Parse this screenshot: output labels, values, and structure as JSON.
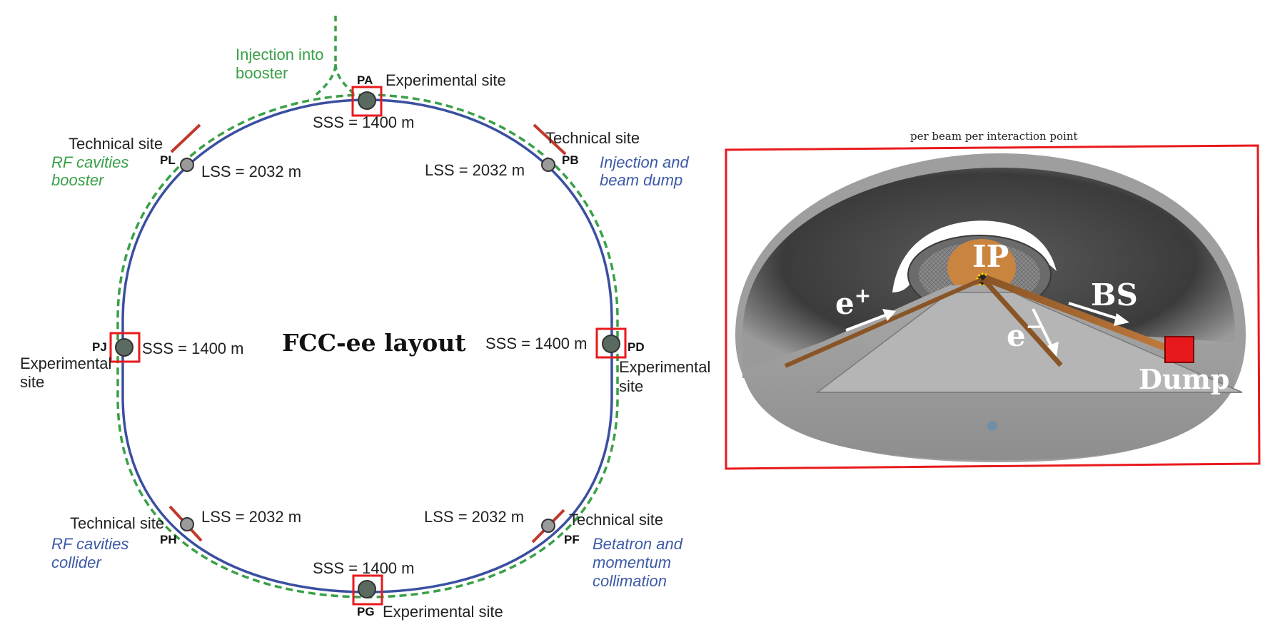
{
  "layout_diagram": {
    "title": "FCC-ee layout",
    "injection_label_line1": "Injection into",
    "injection_label_line2": "booster",
    "points": {
      "PA": {
        "code": "PA",
        "label": "Experimental site",
        "sss": "SSS = 1400 m"
      },
      "PB": {
        "code": "PB",
        "label": "Technical site",
        "lss": "LSS = 2032 m",
        "note_line1": "Injection and",
        "note_line2": "beam dump"
      },
      "PD": {
        "code": "PD",
        "label_line1": "Experimental",
        "label_line2": "site",
        "sss": "SSS = 1400 m"
      },
      "PF": {
        "code": "PF",
        "label": "Technical site",
        "lss": "LSS = 2032 m",
        "note_line1": "Betatron and",
        "note_line2": "momentum",
        "note_line3": "collimation"
      },
      "PG": {
        "code": "PG",
        "label": "Experimental site",
        "sss": "SSS = 1400 m"
      },
      "PH": {
        "code": "PH",
        "label": "Technical site",
        "lss": "LSS = 2032 m",
        "note_line1": "RF cavities",
        "note_line2": "collider"
      },
      "PJ": {
        "code": "PJ",
        "label_line1": "Experimental",
        "label_line2": "site",
        "sss": "SSS = 1400 m"
      },
      "PL": {
        "code": "PL",
        "label": "Technical site",
        "lss": "LSS = 2032 m",
        "note_line1": "RF cavities",
        "note_line2": "booster"
      }
    },
    "colors": {
      "collider_ring": "#3a4fa0",
      "booster_ring": "#3aa047",
      "technical_segment": "#c0392b",
      "highlight_box": "#e8191c"
    }
  },
  "tunnel_view": {
    "caption": "per beam per interaction point",
    "labels": {
      "ip": "IP",
      "positron": "e",
      "positron_sup": "+",
      "electron": "e",
      "electron_sup": "−",
      "bs": "BS",
      "dump": "Dump"
    },
    "colors": {
      "frame": "#e8191c",
      "dump_block": "#e8191c",
      "beam_pipe": "#a3652f",
      "detector": "#c98440"
    }
  }
}
